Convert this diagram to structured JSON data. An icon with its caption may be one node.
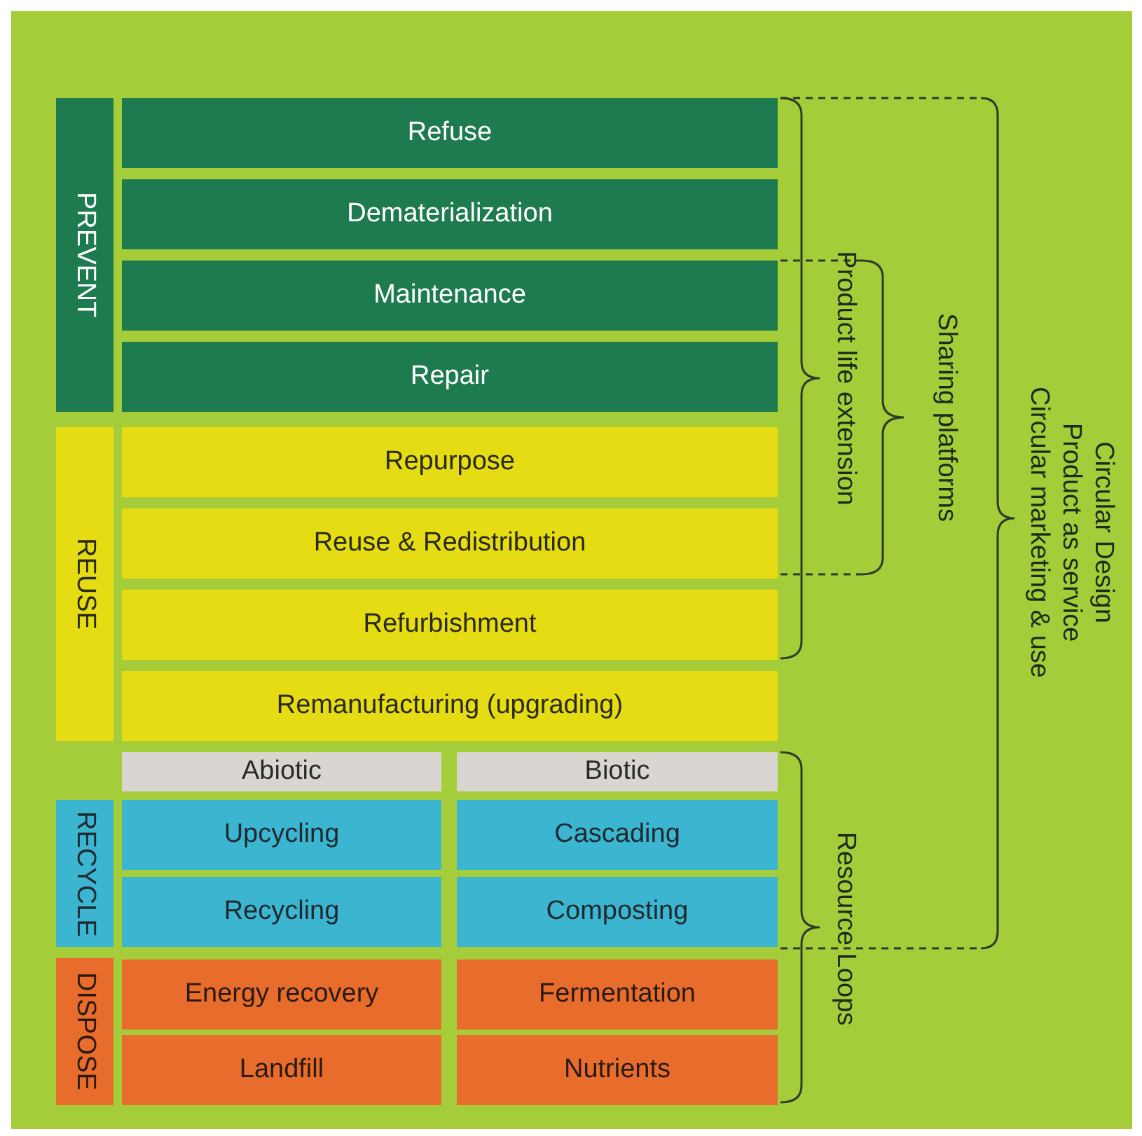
{
  "diagram": {
    "nodes": [
      {
        "text": [
          "PREVENT"
        ]
      },
      {
        "text": [
          "Refuse"
        ]
      },
      {
        "text": [
          "Dematerialization"
        ]
      },
      {
        "text": [
          "Maintenance"
        ]
      },
      {
        "text": [
          "Repair"
        ]
      },
      {
        "text": [
          "REUSE"
        ]
      },
      {
        "text": [
          "Repurpose"
        ]
      },
      {
        "text": [
          "Reuse & Redistribution"
        ]
      },
      {
        "text": [
          "Refurbishment"
        ]
      },
      {
        "text": [
          "Remanufacturing (upgrading)"
        ]
      },
      {
        "text": [
          "Abiotic"
        ]
      },
      {
        "text": [
          "Biotic"
        ]
      },
      {
        "text": [
          "RECYCLE"
        ]
      },
      {
        "text": [
          "Upcycling"
        ]
      },
      {
        "text": [
          "Cascading"
        ]
      },
      {
        "text": [
          "Recycling"
        ]
      },
      {
        "text": [
          "Composting"
        ]
      },
      {
        "text": [
          "DISPOSE"
        ]
      },
      {
        "text": [
          "Energy recovery"
        ]
      },
      {
        "text": [
          "Fermentation"
        ]
      },
      {
        "text": [
          "Landfill"
        ]
      },
      {
        "text": [
          "Nutrients"
        ]
      }
    ],
    "edges": [],
    "labels": [
      "Product life extension",
      "Sharing platforms",
      "Circular Design",
      "Product as service",
      "Circular marketing & use",
      "Resource Loops"
    ]
  }
}
